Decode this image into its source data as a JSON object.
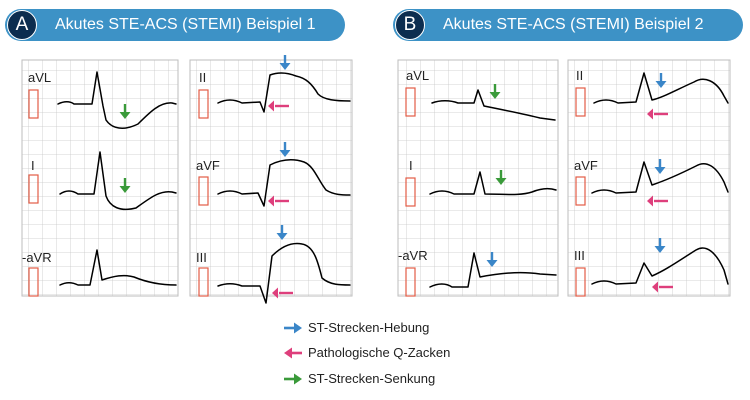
{
  "colors": {
    "header_bg": "#3d92c6",
    "badge_bg": "#0c2d4f",
    "grid_line": "#c8c8c8",
    "trace": "#000000",
    "calibration": "#e35c45",
    "st_elevation_arrow": "#3a86c8",
    "q_wave_arrow": "#de3f7c",
    "st_depression_arrow": "#3a9a3a"
  },
  "panels": [
    {
      "badge": "A",
      "title": "Akutes STE-ACS (STEMI) Beispiel 1",
      "leads": [
        "aVL",
        "I",
        "-aVR",
        "II",
        "aVF",
        "III"
      ],
      "markers": [
        {
          "lead": "aVL",
          "icon": "green-down-arrow-icon"
        },
        {
          "lead": "I",
          "icon": "green-down-arrow-icon"
        },
        {
          "lead": "II",
          "icon": "blue-down-arrow-icon"
        },
        {
          "lead": "II",
          "icon": "pink-left-arrow-icon"
        },
        {
          "lead": "aVF",
          "icon": "blue-down-arrow-icon"
        },
        {
          "lead": "aVF",
          "icon": "pink-left-arrow-icon"
        },
        {
          "lead": "III",
          "icon": "blue-down-arrow-icon"
        },
        {
          "lead": "III",
          "icon": "pink-left-arrow-icon"
        }
      ]
    },
    {
      "badge": "B",
      "title": "Akutes STE-ACS (STEMI) Beispiel 2",
      "leads": [
        "aVL",
        "I",
        "-aVR",
        "II",
        "aVF",
        "III"
      ],
      "markers": [
        {
          "lead": "aVL",
          "icon": "green-down-arrow-icon"
        },
        {
          "lead": "I",
          "icon": "green-down-arrow-icon"
        },
        {
          "lead": "-aVR",
          "icon": "blue-down-arrow-icon"
        },
        {
          "lead": "II",
          "icon": "blue-down-arrow-icon"
        },
        {
          "lead": "II",
          "icon": "pink-left-arrow-icon"
        },
        {
          "lead": "aVF",
          "icon": "blue-down-arrow-icon"
        },
        {
          "lead": "aVF",
          "icon": "pink-left-arrow-icon"
        },
        {
          "lead": "III",
          "icon": "blue-down-arrow-icon"
        },
        {
          "lead": "III",
          "icon": "pink-left-arrow-icon"
        }
      ]
    }
  ],
  "legend": [
    {
      "icon": "blue-right-arrow-icon",
      "label": "ST-Strecken-Hebung"
    },
    {
      "icon": "pink-left-arrow-icon",
      "label": "Pathologische Q-Zacken"
    },
    {
      "icon": "green-right-arrow-icon",
      "label": "ST-Strecken-Senkung"
    }
  ]
}
